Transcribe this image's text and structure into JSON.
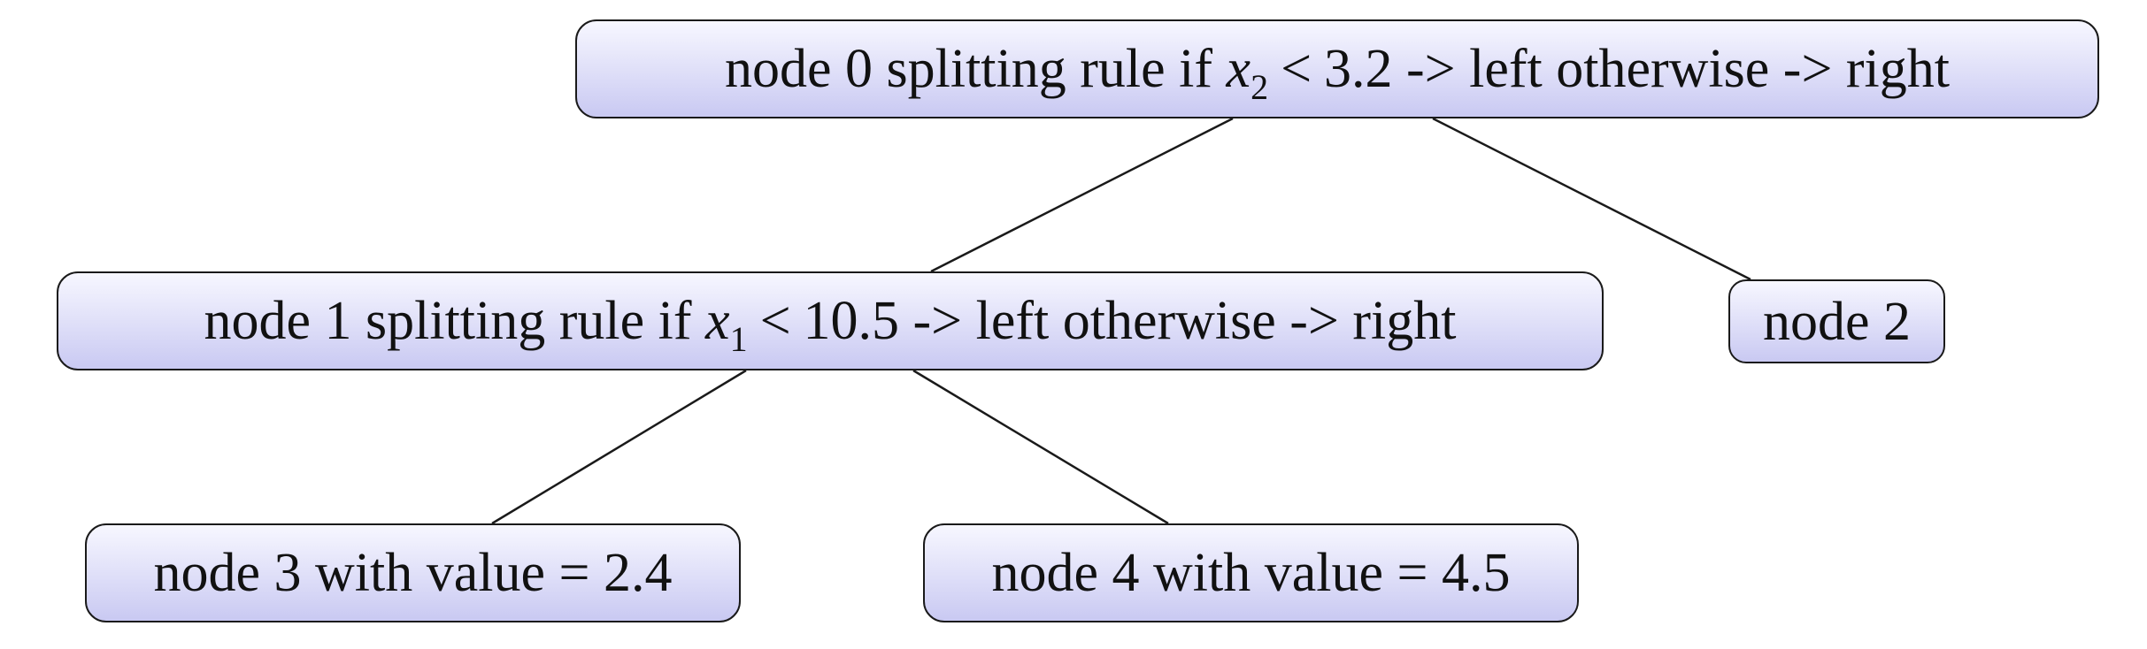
{
  "tree": {
    "node0": {
      "prefix": "node 0 splitting rule if",
      "variable": "x",
      "subscript": "2",
      "operator": "<",
      "threshold": "3.2",
      "suffix": "-> left otherwise -> right"
    },
    "node1": {
      "prefix": "node 1 splitting rule if",
      "variable": "x",
      "subscript": "1",
      "operator": "<",
      "threshold": "10.5",
      "suffix": "-> left otherwise -> right"
    },
    "node2": {
      "label": "node 2"
    },
    "node3": {
      "label": "node 3 with value = 2.4"
    },
    "node4": {
      "label": "node 4 with value = 4.5"
    },
    "edges": [
      {
        "from": "node0",
        "to": "node1"
      },
      {
        "from": "node0",
        "to": "node2"
      },
      {
        "from": "node1",
        "to": "node3"
      },
      {
        "from": "node1",
        "to": "node4"
      }
    ]
  },
  "colors": {
    "node_fill_top": "#f7f7ff",
    "node_fill_bottom": "#c9c9f2",
    "stroke": "#1a1a1a"
  }
}
